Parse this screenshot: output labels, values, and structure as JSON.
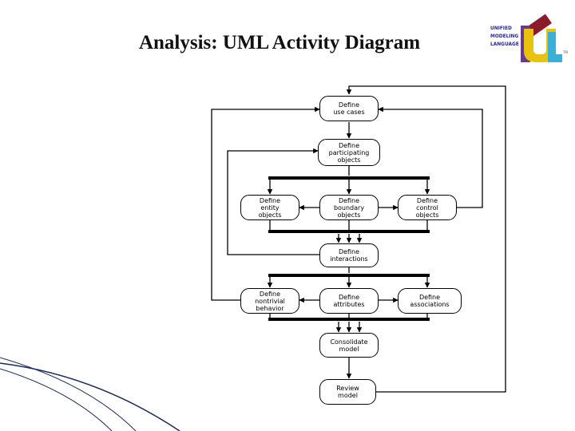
{
  "header": {
    "title": "Analysis: UML Activity Diagram"
  },
  "logo": {
    "lines": [
      "UNIFIED",
      "MODELING",
      "LANGUAGE"
    ],
    "tm": "TM"
  },
  "diagram": {
    "nodes": {
      "use_cases": "Define\nuse cases",
      "participating": "Define\nparticipating\nobjects",
      "entity": "Define\nentity\nobjects",
      "boundary": "Define\nboundary\nobjects",
      "control": "Define\ncontrol\nobjects",
      "interactions": "Define\ninteractions",
      "nontrivial": "Define\nnontrivial\nbehavior",
      "attributes": "Define\nattributes",
      "associations": "Define\nassociations",
      "consolidate": "Consolidate\nmodel",
      "review": "Review\nmodel"
    }
  },
  "colors": {
    "logo_blue": "#2a2a8a",
    "logo_red": "#8b1a2b",
    "logo_gold": "#e8c20e",
    "logo_cyan": "#3ab0d8",
    "logo_purple": "#6a3a8a"
  }
}
